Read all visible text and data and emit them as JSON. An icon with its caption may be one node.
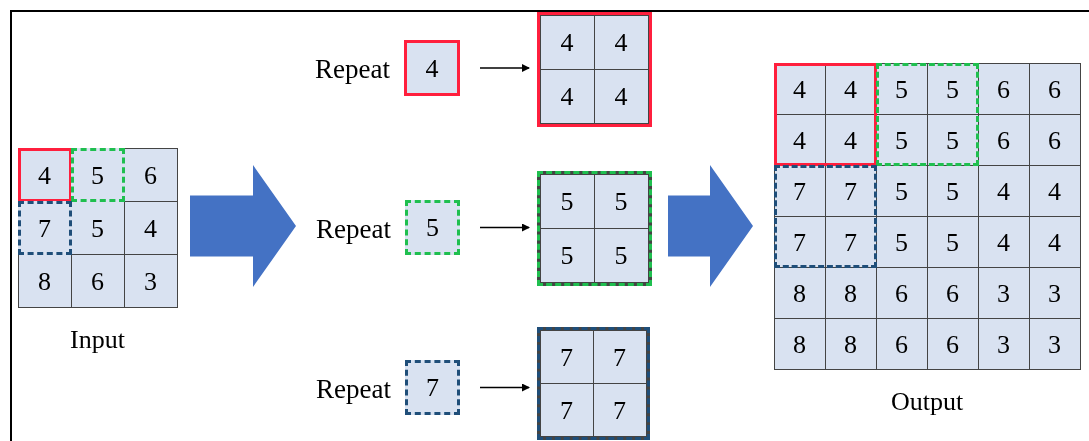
{
  "diagram": {
    "nodes": [
      {
        "text": [
          "Input"
        ]
      },
      {
        "text": [
          "4"
        ],
        "in": 0
      },
      {
        "text": [
          "5"
        ],
        "in": 0
      },
      {
        "text": [
          "6"
        ],
        "in": 0
      },
      {
        "text": [
          "7"
        ],
        "in": 0
      },
      {
        "text": [
          "5"
        ],
        "in": 0
      },
      {
        "text": [
          "4"
        ],
        "in": 0
      },
      {
        "text": [
          "8"
        ],
        "in": 0
      },
      {
        "text": [
          "6"
        ],
        "in": 0
      },
      {
        "text": [
          "3"
        ],
        "in": 0
      },
      {
        "text": [
          "4"
        ],
        "beside": [
          "Repeat"
        ]
      },
      {
        "text": [],
        "shape": "box"
      },
      {
        "text": [
          "4"
        ],
        "in": 11
      },
      {
        "text": [
          "4"
        ],
        "in": 11
      },
      {
        "text": [
          "4"
        ],
        "in": 11
      },
      {
        "text": [
          "4"
        ],
        "in": 11
      },
      {
        "text": [
          "5"
        ],
        "beside": [
          "Repeat"
        ]
      },
      {
        "text": [],
        "shape": "box"
      },
      {
        "text": [
          "5"
        ],
        "in": 17
      },
      {
        "text": [
          "5"
        ],
        "in": 17
      },
      {
        "text": [
          "5"
        ],
        "in": 17
      },
      {
        "text": [
          "5"
        ],
        "in": 17
      },
      {
        "text": [
          "7"
        ],
        "beside": [
          "Repeat"
        ]
      },
      {
        "text": [],
        "shape": "box"
      },
      {
        "text": [
          "7"
        ],
        "in": 23
      },
      {
        "text": [
          "7"
        ],
        "in": 23
      },
      {
        "text": [
          "7"
        ],
        "in": 23
      },
      {
        "text": [
          "7"
        ],
        "in": 23
      },
      {
        "text": [
          "Output"
        ]
      },
      {
        "text": [
          "4"
        ],
        "in": 28
      },
      {
        "text": [
          "4"
        ],
        "in": 28
      },
      {
        "text": [
          "5"
        ],
        "in": 28
      },
      {
        "text": [
          "5"
        ],
        "in": 28
      },
      {
        "text": [
          "6"
        ],
        "in": 28
      },
      {
        "text": [
          "6"
        ],
        "in": 28
      },
      {
        "text": [
          "4"
        ],
        "in": 28
      },
      {
        "text": [
          "4"
        ],
        "in": 28
      },
      {
        "text": [
          "5"
        ],
        "in": 28
      },
      {
        "text": [
          "5"
        ],
        "in": 28
      },
      {
        "text": [
          "6"
        ],
        "in": 28
      },
      {
        "text": [
          "6"
        ],
        "in": 28
      },
      {
        "text": [
          "7"
        ],
        "in": 28
      },
      {
        "text": [
          "7"
        ],
        "in": 28
      },
      {
        "text": [
          "5"
        ],
        "in": 28
      },
      {
        "text": [
          "5"
        ],
        "in": 28
      },
      {
        "text": [
          "4"
        ],
        "in": 28
      },
      {
        "text": [
          "4"
        ],
        "in": 28
      },
      {
        "text": [
          "7"
        ],
        "in": 28
      },
      {
        "text": [
          "7"
        ],
        "in": 28
      },
      {
        "text": [
          "5"
        ],
        "in": 28
      },
      {
        "text": [
          "5"
        ],
        "in": 28
      },
      {
        "text": [
          "4"
        ],
        "in": 28
      },
      {
        "text": [
          "4"
        ],
        "in": 28
      },
      {
        "text": [
          "8"
        ],
        "in": 28
      },
      {
        "text": [
          "8"
        ],
        "in": 28
      },
      {
        "text": [
          "6"
        ],
        "in": 28
      },
      {
        "text": [
          "6"
        ],
        "in": 28
      },
      {
        "text": [
          "3"
        ],
        "in": 28
      },
      {
        "text": [
          "3"
        ],
        "in": 28
      },
      {
        "text": [
          "8"
        ],
        "in": 28
      },
      {
        "text": [
          "8"
        ],
        "in": 28
      },
      {
        "text": [
          "6"
        ],
        "in": 28
      },
      {
        "text": [
          "6"
        ],
        "in": 28
      },
      {
        "text": [
          "3"
        ],
        "in": 28
      },
      {
        "text": [
          "3"
        ],
        "in": 28
      }
    ],
    "edges": [
      {
        "from": 0,
        "to": null,
        "arrow": "to",
        "style": "thick",
        "color": "#4472c4"
      },
      {
        "from": 10,
        "to": 11,
        "arrow": "to"
      },
      {
        "from": 16,
        "to": 17,
        "arrow": "to"
      },
      {
        "from": 22,
        "to": 23,
        "arrow": "to"
      },
      {
        "from": null,
        "to": 28,
        "arrow": "to",
        "style": "thick",
        "color": "#4472c4"
      }
    ]
  }
}
